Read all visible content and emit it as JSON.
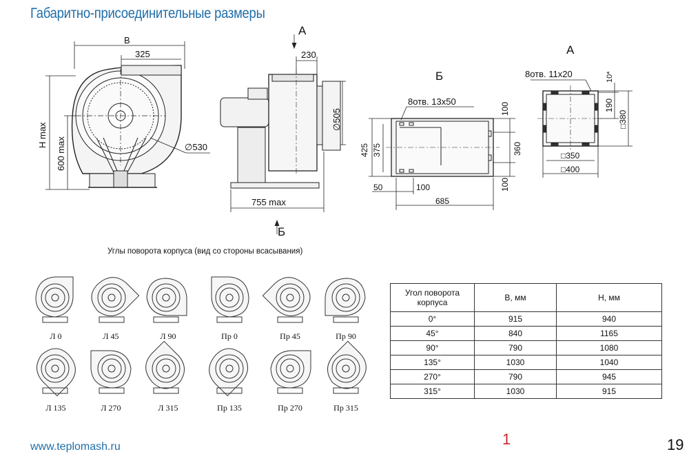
{
  "header": {
    "title": "Габаритно-присоединительные размеры"
  },
  "drawing_front": {
    "b": "B",
    "w325": "325",
    "hmax": "H max",
    "h600": "600 max",
    "d530": "∅530"
  },
  "drawing_side": {
    "a": "А",
    "w230": "230",
    "d505": "∅505",
    "l755": "755 max",
    "b_view": "Б"
  },
  "drawing_base": {
    "title": "Б",
    "holes": "8отв. 13x50",
    "h425": "425",
    "h375": "375",
    "h100a": "100",
    "h360": "360",
    "h100b": "100",
    "w50": "50",
    "w100": "100",
    "w685": "685"
  },
  "drawing_flange": {
    "title": "А",
    "holes": "8отв. 11x20",
    "h10": "10*",
    "h190": "190",
    "h380": "□380",
    "w350": "□350",
    "w400": "□400"
  },
  "rotation": {
    "caption": "Углы поворота корпуса (вид со стороны всасывания)",
    "row1": [
      "Л 0",
      "Л 45",
      "Л 90",
      "Пр 0",
      "Пр 45",
      "Пр 90"
    ],
    "row2": [
      "Л 135",
      "Л 270",
      "Л 315",
      "Пр 135",
      "Пр 270",
      "Пр 315"
    ]
  },
  "table": {
    "headers": [
      "Угол поворота корпуса",
      "B, мм",
      "H, мм"
    ],
    "rows": [
      [
        "0°",
        "915",
        "940"
      ],
      [
        "45°",
        "840",
        "1165"
      ],
      [
        "90°",
        "790",
        "1080"
      ],
      [
        "135°",
        "1030",
        "1040"
      ],
      [
        "270°",
        "790",
        "945"
      ],
      [
        "315°",
        "1030",
        "915"
      ]
    ]
  },
  "footer": {
    "url": "www.teplomash.ru",
    "mark": "1",
    "page": "19"
  }
}
